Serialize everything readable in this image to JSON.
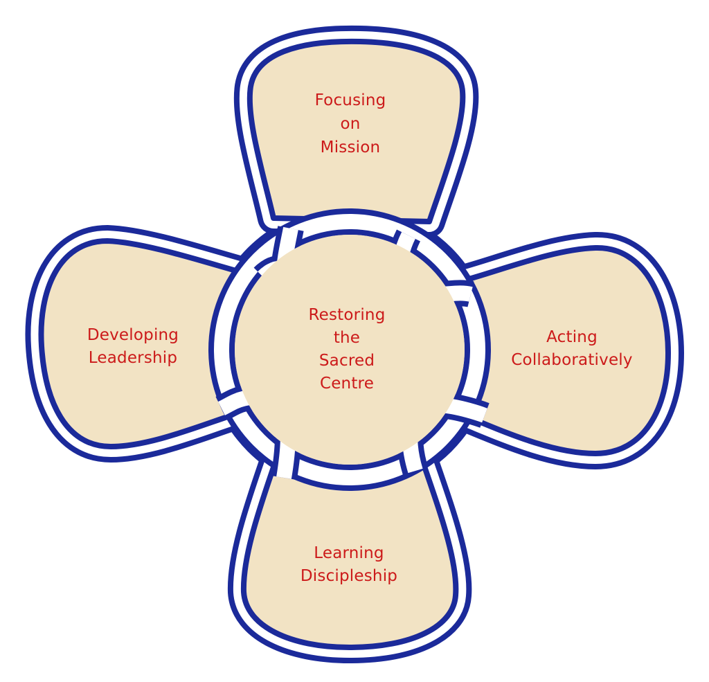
{
  "diagram": {
    "center": {
      "lines": [
        "Restoring",
        "the",
        "Sacred",
        "Centre"
      ]
    },
    "top": {
      "lines": [
        "Focusing",
        "on",
        "Mission"
      ]
    },
    "left": {
      "lines": [
        "Developing",
        "Leadership"
      ]
    },
    "right": {
      "lines": [
        "Acting",
        "Collaboratively"
      ]
    },
    "bottom": {
      "lines": [
        "Learning",
        "Discipleship"
      ]
    }
  },
  "colors": {
    "outline": "#1b2a9a",
    "band": "#ffffff",
    "fill": "#f2e3c4",
    "text": "#cc1a1a"
  }
}
